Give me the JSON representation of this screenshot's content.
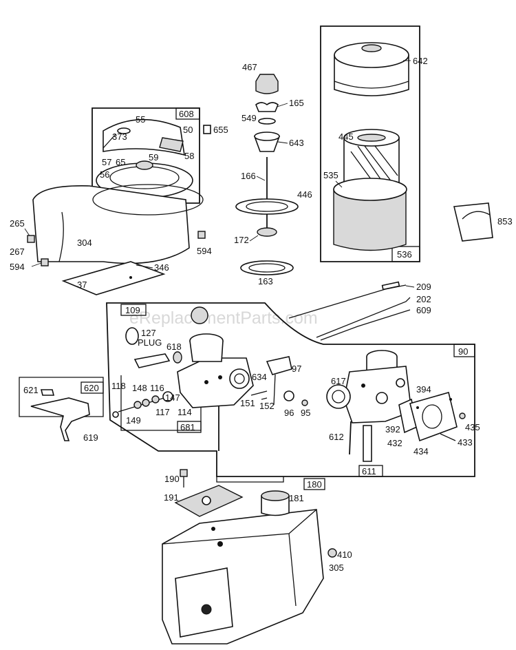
{
  "watermark": "eReplacementParts.com",
  "boxes": {
    "box_608": "608",
    "box_536": "536",
    "box_109": "109",
    "box_90": "90",
    "box_620": "620",
    "box_681": "681",
    "box_611": "611",
    "box_180": "180"
  },
  "labels": {
    "p467": "467",
    "p165": "165",
    "p549": "549",
    "p643": "643",
    "p166": "166",
    "p446": "446",
    "p172": "172",
    "p163": "163",
    "p642": "642",
    "p445": "445",
    "p535": "535",
    "p853": "853",
    "p55": "55",
    "p373": "373",
    "p50": "50",
    "p655": "655",
    "p57": "57",
    "p65": "65",
    "p59": "59",
    "p58": "58",
    "p56": "56",
    "p265": "265",
    "p267": "267",
    "p304": "304",
    "p594a": "594",
    "p594b": "594",
    "p346": "346",
    "p37": "37",
    "p209": "209",
    "p202": "202",
    "p609": "609",
    "p127": "127",
    "plug": "PLUG",
    "p618": "618",
    "p634": "634",
    "p97": "97",
    "p151": "151",
    "p152": "152",
    "p96": "96",
    "p95": "95",
    "p617": "617",
    "p394": "394",
    "p435": "435",
    "p392": "392",
    "p432": "432",
    "p434": "434",
    "p433": "433",
    "p612": "612",
    "p621": "621",
    "p619": "619",
    "p118": "118",
    "p148": "148",
    "p116": "116",
    "p147": "147",
    "p149": "149",
    "p117": "117",
    "p114": "114",
    "p190": "190",
    "p191": "191",
    "p181": "181",
    "p410": "410",
    "p305": "305"
  }
}
